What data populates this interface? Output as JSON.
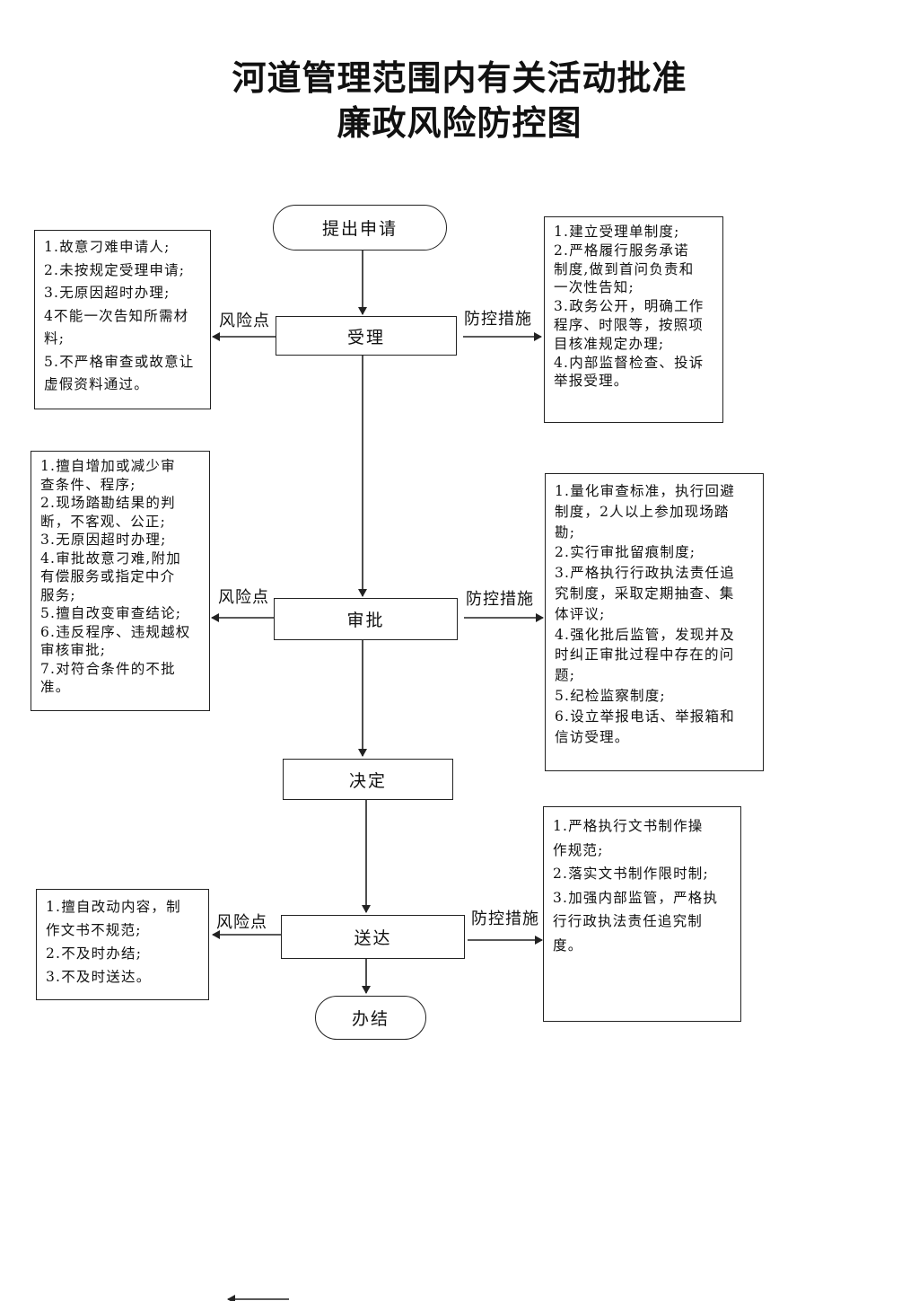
{
  "title": {
    "line1": "河道管理范围内有关活动批准",
    "line2": "廉政风险防控图"
  },
  "flow": {
    "start": "提出申请",
    "accept": "受理",
    "review": "审批",
    "decide": "决定",
    "deliver": "送达",
    "end": "办结"
  },
  "labels": {
    "risk": "风险点",
    "control": "防控措施"
  },
  "risks": {
    "accept": [
      "1.故意刁难申请人;",
      "2.未按规定受理申请;",
      "3.无原因超时办理;",
      "4不能一次告知所需材",
      "料;",
      "5.不严格审查或故意让",
      "虚假资料通过。"
    ],
    "review": [
      "1.擅自增加或减少审",
      "查条件、程序;",
      "2.现场踏勘结果的判",
      "断，不客观、公正;",
      "3.无原因超时办理;",
      "4.审批故意刁难,附加",
      "有偿服务或指定中介",
      "服务;",
      "5.擅自改变审查结论;",
      "6.违反程序、违规越权",
      "审核审批;",
      "7.对符合条件的不批",
      "准。"
    ],
    "deliver": [
      "1.擅自改动内容，制",
      "作文书不规范;",
      "2.不及时办结;",
      "3.不及时送达。"
    ]
  },
  "controls": {
    "accept": [
      "1.建立受理单制度;",
      "2.严格履行服务承诺",
      "制度,做到首问负责和",
      "一次性告知;",
      "3.政务公开，明确工作",
      "程序、时限等，按照项",
      "目核准规定办理;",
      "4.内部监督检查、投诉",
      "举报受理。"
    ],
    "review": [
      "1.量化审查标准，执行回避",
      "制度，2人以上参加现场踏",
      "勘;",
      "2.实行审批留痕制度;",
      "3.严格执行行政执法责任追",
      "究制度，采取定期抽查、集",
      "体评议;",
      "4.强化批后监管，发现并及",
      "时纠正审批过程中存在的问",
      "题;",
      "5.纪检监察制度;",
      "6.设立举报电话、举报箱和",
      "信访受理。"
    ],
    "deliver": [
      "1.严格执行文书制作操",
      "作规范;",
      "2.落实文书制作限时制;",
      "3.加强内部监管，严格执",
      "行行政执法责任追究制",
      "度。"
    ]
  }
}
